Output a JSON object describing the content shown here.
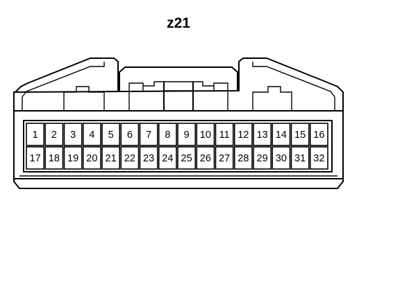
{
  "diagram": {
    "title": "z21",
    "pins": {
      "top_row": [
        "1",
        "2",
        "3",
        "4",
        "5",
        "6",
        "7",
        "8",
        "9",
        "10",
        "11",
        "12",
        "13",
        "14",
        "15",
        "16"
      ],
      "bottom_row": [
        "17",
        "18",
        "19",
        "20",
        "21",
        "22",
        "23",
        "24",
        "25",
        "26",
        "27",
        "28",
        "29",
        "30",
        "31",
        "32"
      ]
    }
  }
}
